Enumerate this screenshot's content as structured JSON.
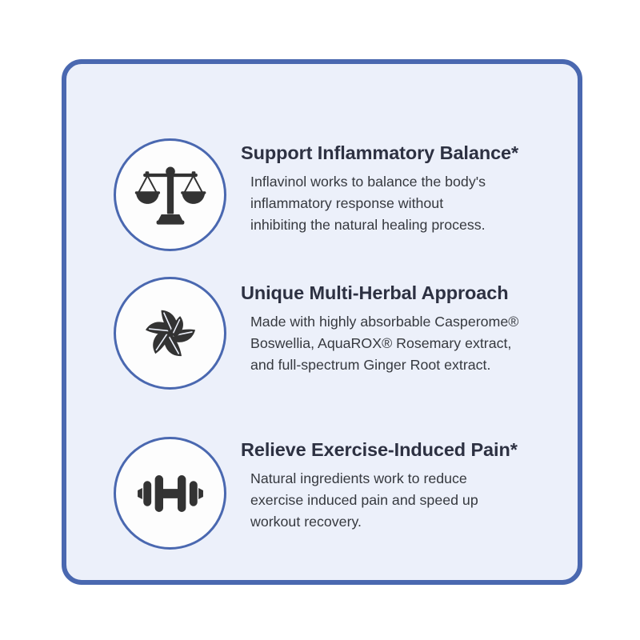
{
  "panel": {
    "border_color": "#4a68b0",
    "background_color": "#ecf0fa",
    "page_background_color": "#ffffff"
  },
  "features": [
    {
      "icon": "balance-scale-icon",
      "heading": "Support Inflammatory Balance*",
      "body_lines": [
        "Inflavinol works to balance the body's",
        "inflammatory response without",
        "inhibiting the natural healing process."
      ]
    },
    {
      "icon": "herbal-leaves-icon",
      "heading": "Unique Multi-Herbal Approach",
      "body_lines": [
        "Made with highly absorbable Casperome®",
        "Boswellia, AquaROX® Rosemary extract,",
        "and full-spectrum Ginger Root extract."
      ]
    },
    {
      "icon": "dumbbell-icon",
      "heading": "Relieve Exercise-Induced Pain*",
      "body_lines": [
        "Natural ingredients work to reduce",
        "exercise induced pain and speed up",
        "workout recovery."
      ]
    }
  ]
}
